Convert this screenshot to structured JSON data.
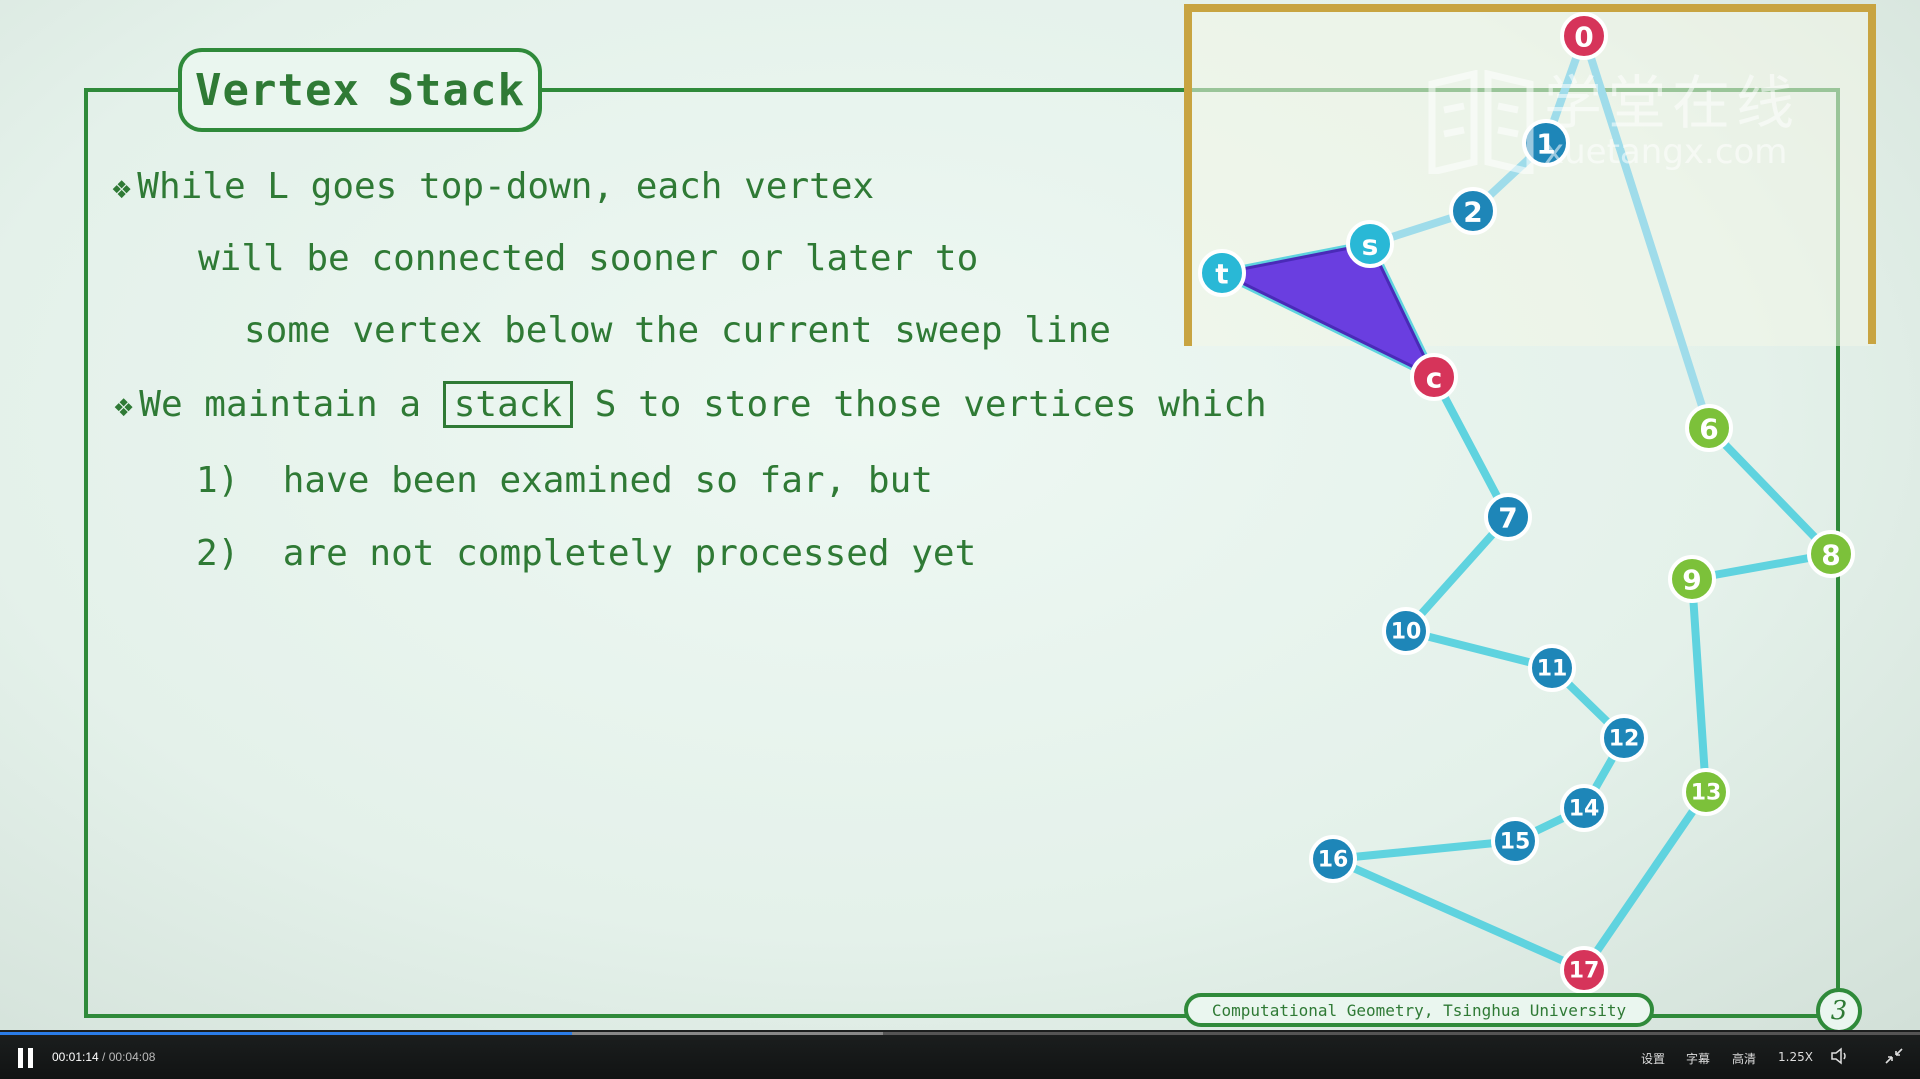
{
  "slide": {
    "title": "Vertex Stack",
    "bullet1": {
      "line1": "While L goes top-down, each vertex",
      "line2": "will be connected sooner or later to",
      "line3": "some vertex below the current sweep line"
    },
    "bullet2": {
      "pre": "We maintain a",
      "boxed": "stack",
      "post": "S to store those vertices which",
      "items": [
        {
          "num": "1)",
          "text": "have been examined so far, but"
        },
        {
          "num": "2)",
          "text": "are not completely processed yet"
        }
      ]
    },
    "footer": "Computational Geometry, Tsinghua University",
    "page_number": "3"
  },
  "watermark": {
    "cn": "学堂在线",
    "en": "xuetangx.com"
  },
  "graph": {
    "colors": {
      "blue": "#1e86b8",
      "red": "#d6345a",
      "green": "#7cc13a",
      "cyan": "#29b8d6",
      "edge": "#5fd3df",
      "purple": "#6a3ee0"
    },
    "nodes": [
      {
        "id": "0",
        "label": "0",
        "color": "red"
      },
      {
        "id": "1",
        "label": "1",
        "color": "blue"
      },
      {
        "id": "2",
        "label": "2",
        "color": "blue"
      },
      {
        "id": "s",
        "label": "s",
        "color": "cyan"
      },
      {
        "id": "t",
        "label": "t",
        "color": "cyan"
      },
      {
        "id": "c",
        "label": "c",
        "color": "red"
      },
      {
        "id": "6",
        "label": "6",
        "color": "green"
      },
      {
        "id": "7",
        "label": "7",
        "color": "blue"
      },
      {
        "id": "8",
        "label": "8",
        "color": "green"
      },
      {
        "id": "9",
        "label": "9",
        "color": "green"
      },
      {
        "id": "10",
        "label": "10",
        "color": "blue"
      },
      {
        "id": "11",
        "label": "11",
        "color": "blue"
      },
      {
        "id": "12",
        "label": "12",
        "color": "blue"
      },
      {
        "id": "13",
        "label": "13",
        "color": "green"
      },
      {
        "id": "14",
        "label": "14",
        "color": "blue"
      },
      {
        "id": "15",
        "label": "15",
        "color": "blue"
      },
      {
        "id": "16",
        "label": "16",
        "color": "blue"
      },
      {
        "id": "17",
        "label": "17",
        "color": "red"
      }
    ],
    "edges": [
      [
        "0",
        "1"
      ],
      [
        "1",
        "2"
      ],
      [
        "2",
        "s"
      ],
      [
        "s",
        "t"
      ],
      [
        "t",
        "c"
      ],
      [
        "s",
        "c"
      ],
      [
        "c",
        "7"
      ],
      [
        "7",
        "10"
      ],
      [
        "10",
        "11"
      ],
      [
        "11",
        "12"
      ],
      [
        "12",
        "14"
      ],
      [
        "14",
        "15"
      ],
      [
        "15",
        "16"
      ],
      [
        "16",
        "17"
      ],
      [
        "17",
        "13"
      ],
      [
        "13",
        "9"
      ],
      [
        "9",
        "8"
      ],
      [
        "8",
        "6"
      ],
      [
        "6",
        "0"
      ]
    ],
    "triangle": [
      "t",
      "s",
      "c"
    ]
  },
  "player": {
    "current_time": "00:01:14",
    "separator": " / ",
    "total_time": "00:04:08",
    "progress": 0.298,
    "buffered": 0.46,
    "settings_label": "设置",
    "subtitles_label": "字幕",
    "quality_label": "高清",
    "speed_label": "1.25X"
  }
}
